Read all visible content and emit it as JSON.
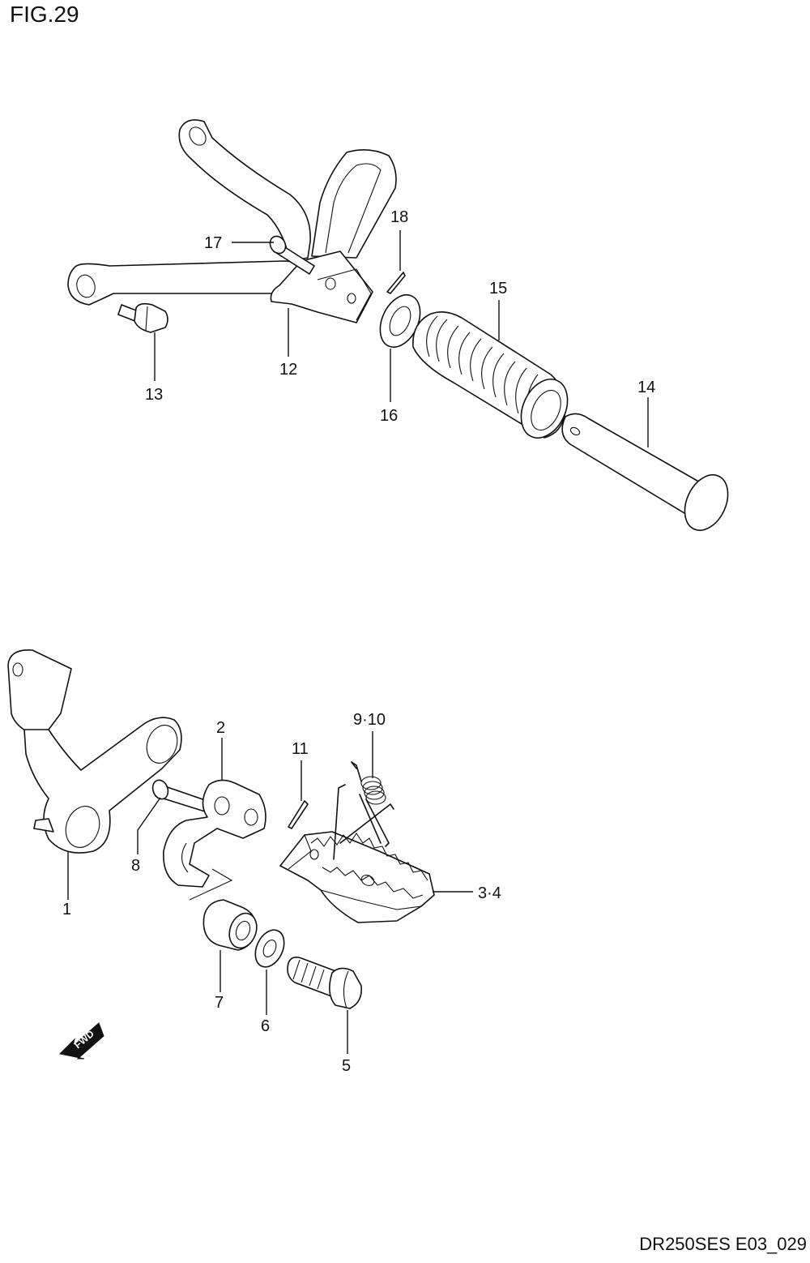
{
  "figure_title": "FIG.29",
  "footer_code": "DR250SES E03_029",
  "fwd_label": "FWD",
  "callouts": {
    "c1": "1",
    "c2": "2",
    "c3_4": "3·4",
    "c5": "5",
    "c6": "6",
    "c7": "7",
    "c8": "8",
    "c9_10": "9·10",
    "c11": "11",
    "c12": "12",
    "c13": "13",
    "c14": "14",
    "c15": "15",
    "c16": "16",
    "c17": "17",
    "c18": "18"
  }
}
